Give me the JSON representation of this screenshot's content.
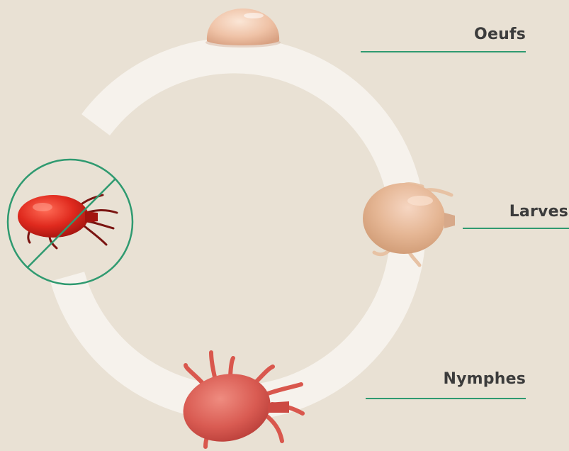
{
  "colors": {
    "background": "#e9e1d4",
    "cycle_ring": "#f6f2ec",
    "accent_green": "#2f9a70",
    "label_text": "#3c3c3c"
  },
  "stages": [
    {
      "label": "Oeufs",
      "icon": "mite-egg-icon"
    },
    {
      "label": "Larves",
      "icon": "mite-larva-icon"
    },
    {
      "label": "Nymphes",
      "icon": "mite-nymph-icon"
    }
  ],
  "prohibited_stage": {
    "icon": "adult-red-mite-icon",
    "overlay": "no-entry-icon"
  }
}
